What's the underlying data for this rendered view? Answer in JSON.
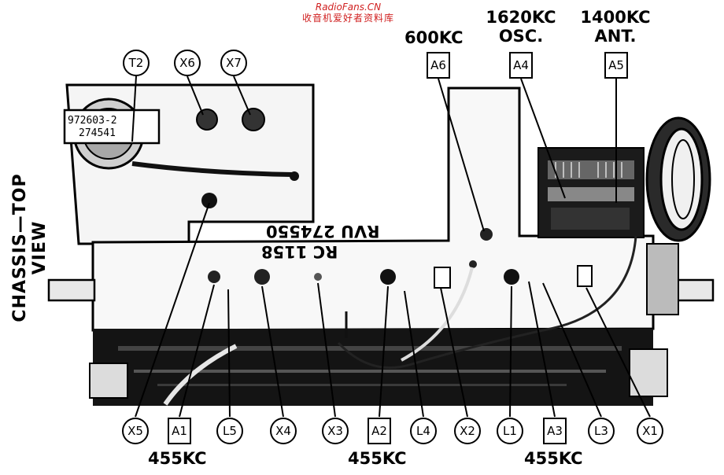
{
  "watermark": {
    "site": "RadioFans.CN",
    "tagline": "收音机爱好者资料库"
  },
  "side_title": "CHASSIS—TOP VIEW",
  "top_labels": {
    "a6_caption": "600KC",
    "a4_caption_line1": "1620KC",
    "a4_caption_line2": "OSC.",
    "a5_caption_line1": "1400KC",
    "a5_caption_line2": "ANT."
  },
  "top_callouts": [
    "T2",
    "X6",
    "X7",
    "A6",
    "A4",
    "A5"
  ],
  "bottom_callouts": [
    "X5",
    "A1",
    "L5",
    "X4",
    "X3",
    "A2",
    "L4",
    "X2",
    "L1",
    "A3",
    "L3",
    "X1"
  ],
  "bottom_captions": [
    "455KC",
    "455KC",
    "455KC"
  ],
  "transformer_label": {
    "line1": "972603-2",
    "line2": "274541"
  },
  "chassis_stamp": {
    "line1": "RC 1158",
    "line2": "RVU 274550"
  }
}
